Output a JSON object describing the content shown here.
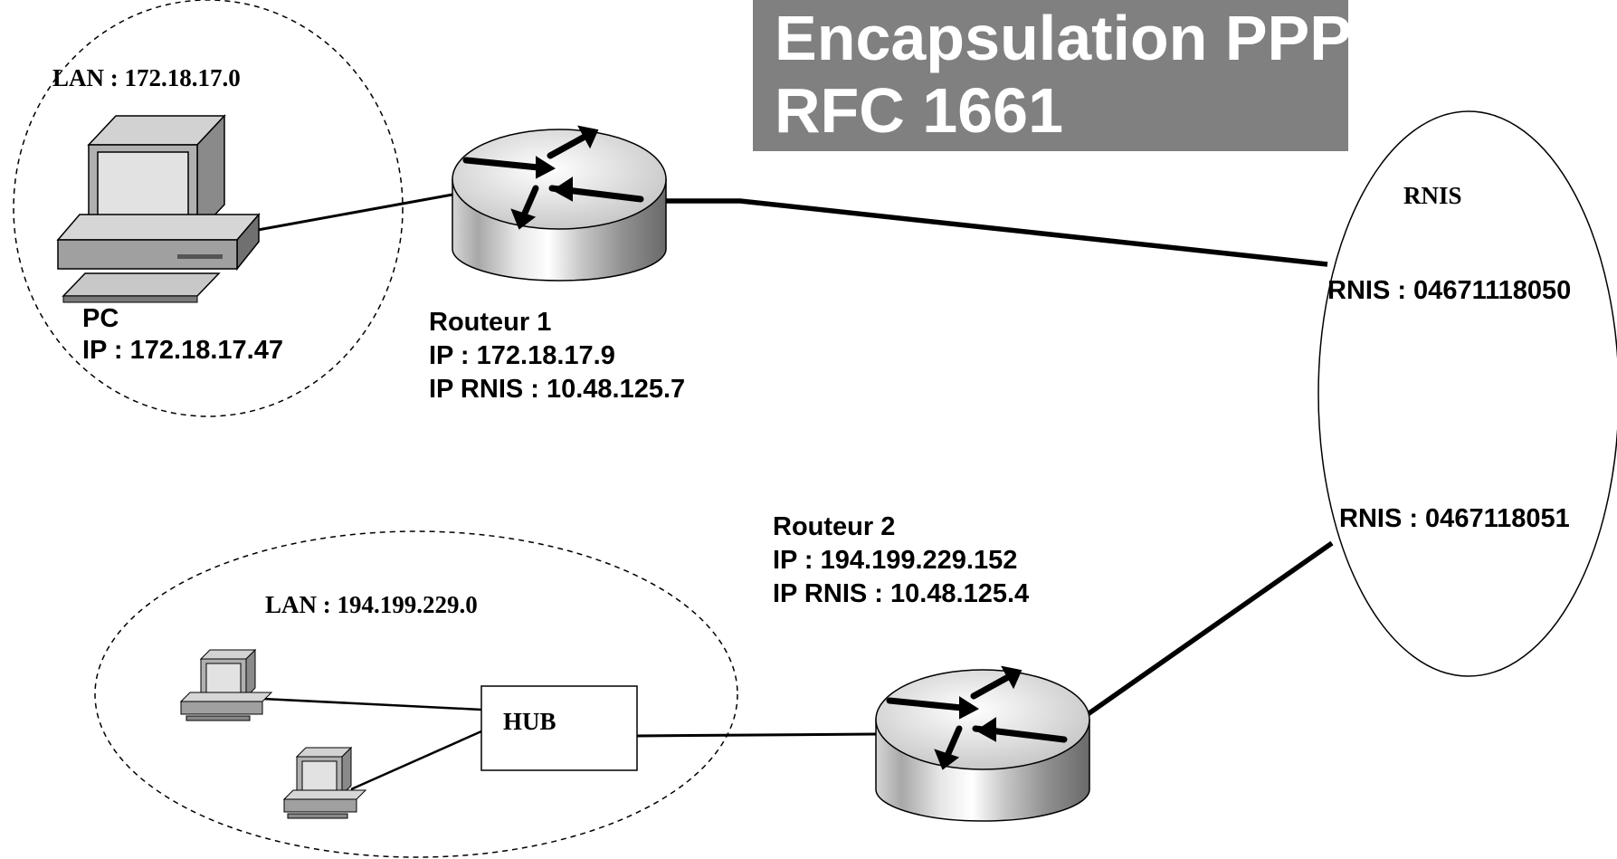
{
  "title": {
    "line1": "Encapsulation PPP",
    "line2": "RFC 1661"
  },
  "lan1": {
    "label": "LAN : 172.18.17.0"
  },
  "pc": {
    "name": "PC",
    "ip": "IP : 172.18.17.47"
  },
  "router1": {
    "name": "Routeur 1",
    "ip": "IP : 172.18.17.9",
    "ip_rnis": "IP RNIS : 10.48.125.7"
  },
  "router2": {
    "name": "Routeur 2",
    "ip": "IP : 194.199.229.152",
    "ip_rnis": "IP RNIS : 10.48.125.4"
  },
  "lan2": {
    "label": "LAN : 194.199.229.0"
  },
  "hub": {
    "label": "HUB"
  },
  "rnis": {
    "label": "RNIS",
    "number1": "RNIS : 04671118050",
    "number2": "RNIS : 0467118051"
  },
  "colors": {
    "title_bg": "#808080",
    "title_text": "#ffffff",
    "line": "#000000"
  },
  "icons": [
    "desktop-computer-icon",
    "router-icon",
    "hub-box"
  ]
}
